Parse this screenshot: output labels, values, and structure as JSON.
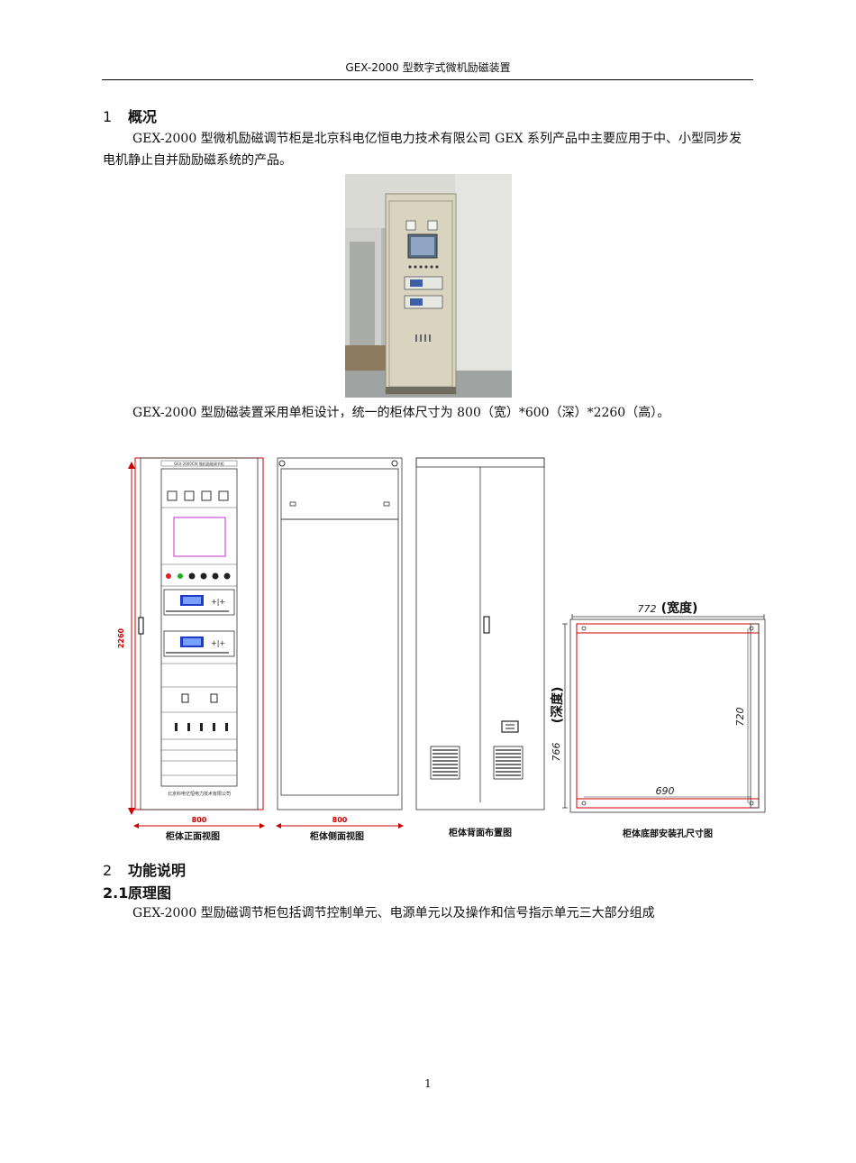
{
  "header": {
    "title": "GEX-2000 型数字式微机励磁装置"
  },
  "section1": {
    "number": "1",
    "heading": "概况",
    "paragraph": "GEX-2000 型微机励磁调节柜是北京科电亿恒电力技术有限公司 GEX 系列产品中主要应用于中、小型同步发电机静止自并励励磁系统的产品。",
    "paragraph2": "GEX-2000 型励磁装置采用单柜设计，统一的柜体尺寸为 800（宽）*600（深）*2260（高）。"
  },
  "drawing": {
    "front_panel_label": "GEX-2000CW 微机励磁调节柜",
    "front_height": "2260",
    "front_width": "800",
    "front_caption": "柜体正面视图",
    "front_company": "北京科电亿恒电力技术有限公司",
    "side_width": "800",
    "side_caption": "柜体侧面视图",
    "back_caption": "柜体背面布置图",
    "base_caption": "柜体底部安装孔尺寸图",
    "base_width_label": "772",
    "base_width_word": "(宽度)",
    "base_depth_label": "766",
    "base_depth_word": "(深度)",
    "base_inner_depth": "720",
    "base_inner_width": "690"
  },
  "section2": {
    "number": "2",
    "heading": "功能说明",
    "sub_number": "2.1",
    "sub_heading": "原理图",
    "paragraph": "GEX-2000 型励磁调节柜包括调节控制单元、电源单元以及操作和信号指示单元三大部分组成"
  },
  "footer": {
    "page_number": "1"
  }
}
